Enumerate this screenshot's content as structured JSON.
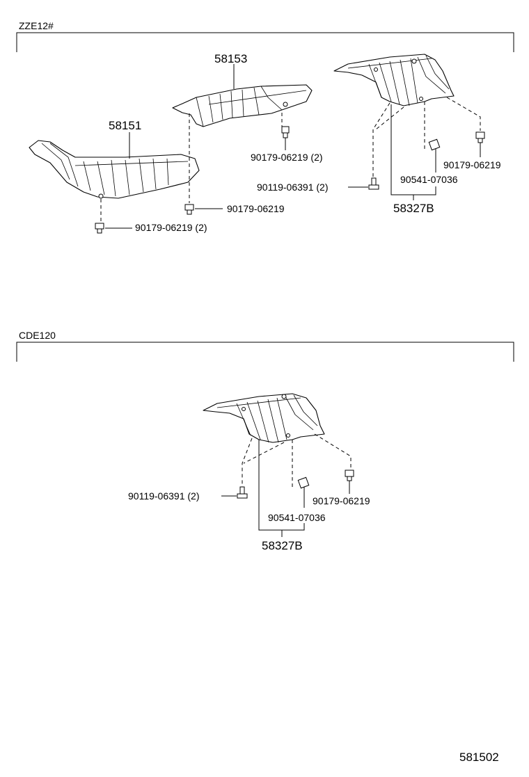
{
  "sections": [
    {
      "model": "ZZE12#"
    },
    {
      "model": "CDE120"
    }
  ],
  "callouts": {
    "s1_58153": "58153",
    "s1_58151": "58151",
    "s1_clip_2a": "90179-06219 (2)",
    "s1_clip_right": "90179-06219",
    "s1_clip_2b": "90179-06219 (2)",
    "s1_bolt": "90119-06391 (2)",
    "s1_clip_far": "90179-06219",
    "s1_nut": "90541-07036",
    "s1_assy": "58327B",
    "s2_bolt": "90119-06391 (2)",
    "s2_clip": "90179-06219",
    "s2_nut": "90541-07036",
    "s2_assy": "58327B"
  },
  "diagram_id": "581502"
}
